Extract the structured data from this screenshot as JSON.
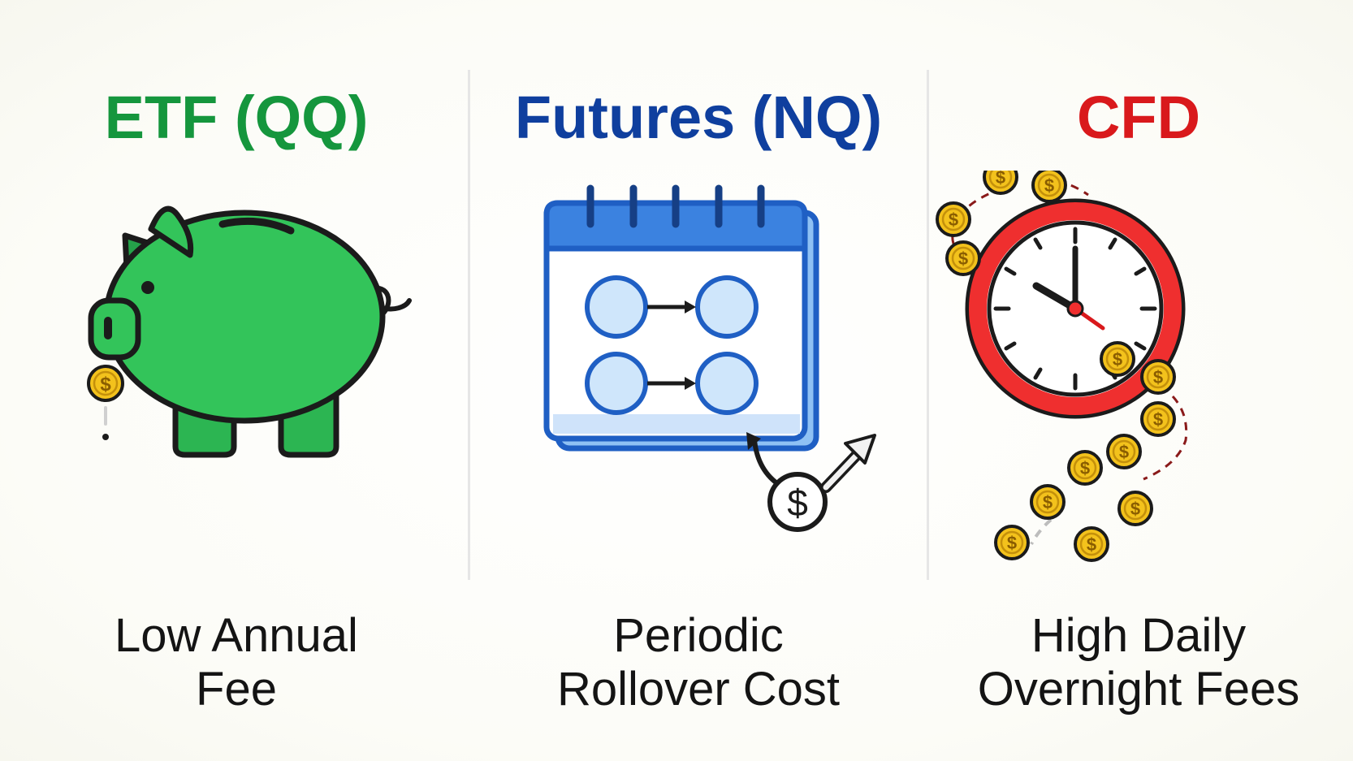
{
  "colors": {
    "etf": "#15963d",
    "futures": "#0f3f9e",
    "cfd": "#d9191c",
    "pig": "#33c45a",
    "calendar": "#3b82e0",
    "clock_ring": "#ef2f2f",
    "coin": "#f3c21c"
  },
  "columns": [
    {
      "title": "ETF (QQ)",
      "caption_line1": "Low Annual",
      "caption_line2": "Fee",
      "icon": "piggy-bank-icon"
    },
    {
      "title": "Futures (NQ)",
      "caption_line1": "Periodic",
      "caption_line2": "Rollover Cost",
      "icon": "calendar-rollover-icon"
    },
    {
      "title": "CFD",
      "caption_line1": "High Daily",
      "caption_line2": "Overnight Fees",
      "icon": "clock-coins-icon"
    }
  ]
}
